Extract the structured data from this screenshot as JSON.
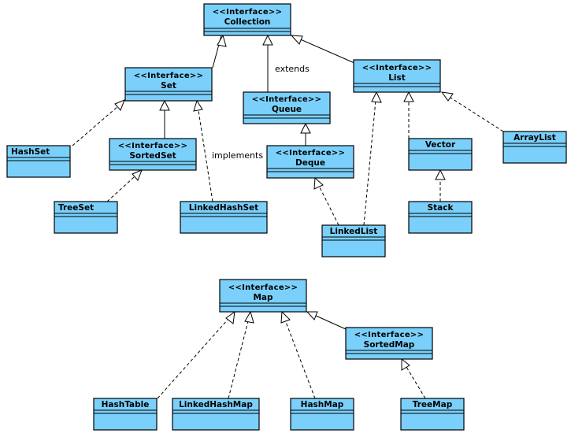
{
  "stereotype": "<<Interface>>",
  "classes": {
    "collection": "Collection",
    "set": "Set",
    "queue": "Queue",
    "list": "List",
    "hashset": "HashSet",
    "sortedset": "SortedSet",
    "deque": "Deque",
    "vector": "Vector",
    "arraylist": "ArrayList",
    "treeset": "TreeSet",
    "linkedhashset": "LinkedHashSet",
    "linkedlist": "LinkedList",
    "stack": "Stack",
    "map": "Map",
    "sortedmap": "SortedMap",
    "hashtable": "HashTable",
    "linkedhashmap": "LinkedHashMap",
    "hashmap": "HashMap",
    "treemap": "TreeMap"
  },
  "labels": {
    "extends": "extends",
    "implements": "implements"
  },
  "colors": {
    "box_fill": "#7ad0fa",
    "line": "#000000"
  }
}
